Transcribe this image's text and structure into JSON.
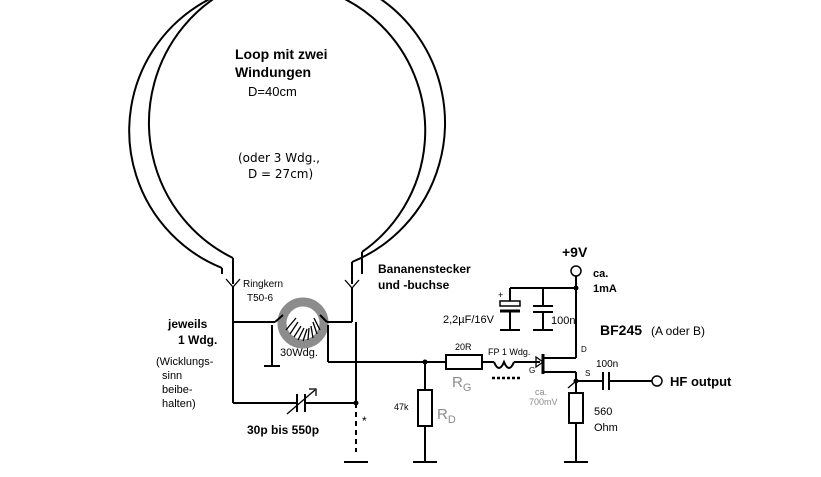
{
  "loop": {
    "title_line1": "Loop  mit  zwei",
    "title_line2": "Windungen",
    "diameter": "D=40cm",
    "alt_line1": "(oder 3  Wdg.,",
    "alt_line2": "D  =  27cm)"
  },
  "banana": {
    "line1": "Bananenstecker",
    "line2": "und  -buchse"
  },
  "toroid": {
    "line1": "Ringkern",
    "line2": "T50-6",
    "winding": "30Wdg."
  },
  "each": {
    "line1": "jeweils",
    "line2": "1  Wdg."
  },
  "winding_sense": {
    "line1": "(Wicklungs-",
    "line2": "sinn",
    "line3": "beibe-",
    "line4": "halten)"
  },
  "trimmer": {
    "value": "30p  bis  550p",
    "star": "*"
  },
  "rd": {
    "value": "47k",
    "label": "R",
    "sub": "D"
  },
  "rg": {
    "value": "20R",
    "label": "R",
    "sub": "G"
  },
  "ferrite": {
    "label": "FP 1 Wdg."
  },
  "supply": {
    "voltage": "+9V",
    "current_line1": "ca.",
    "current_line2": "1mA"
  },
  "elko": {
    "plus": "+",
    "value": "2,2µF/16V"
  },
  "c_decouple": {
    "value": "100n"
  },
  "c_out": {
    "value": "100n"
  },
  "fet": {
    "type": "BF245",
    "variant": "(A oder B)",
    "pin_d": "D",
    "pin_g": "G",
    "pin_s": "S"
  },
  "source_v": {
    "line1": "ca.",
    "line2": "700mV"
  },
  "rs": {
    "line1": "560",
    "line2": "Ohm"
  },
  "output": {
    "label": "HF  output"
  },
  "colors": {
    "ink": "#000000",
    "ring_core": "#8c8c8c",
    "dim_text": "#8c8c8c"
  }
}
